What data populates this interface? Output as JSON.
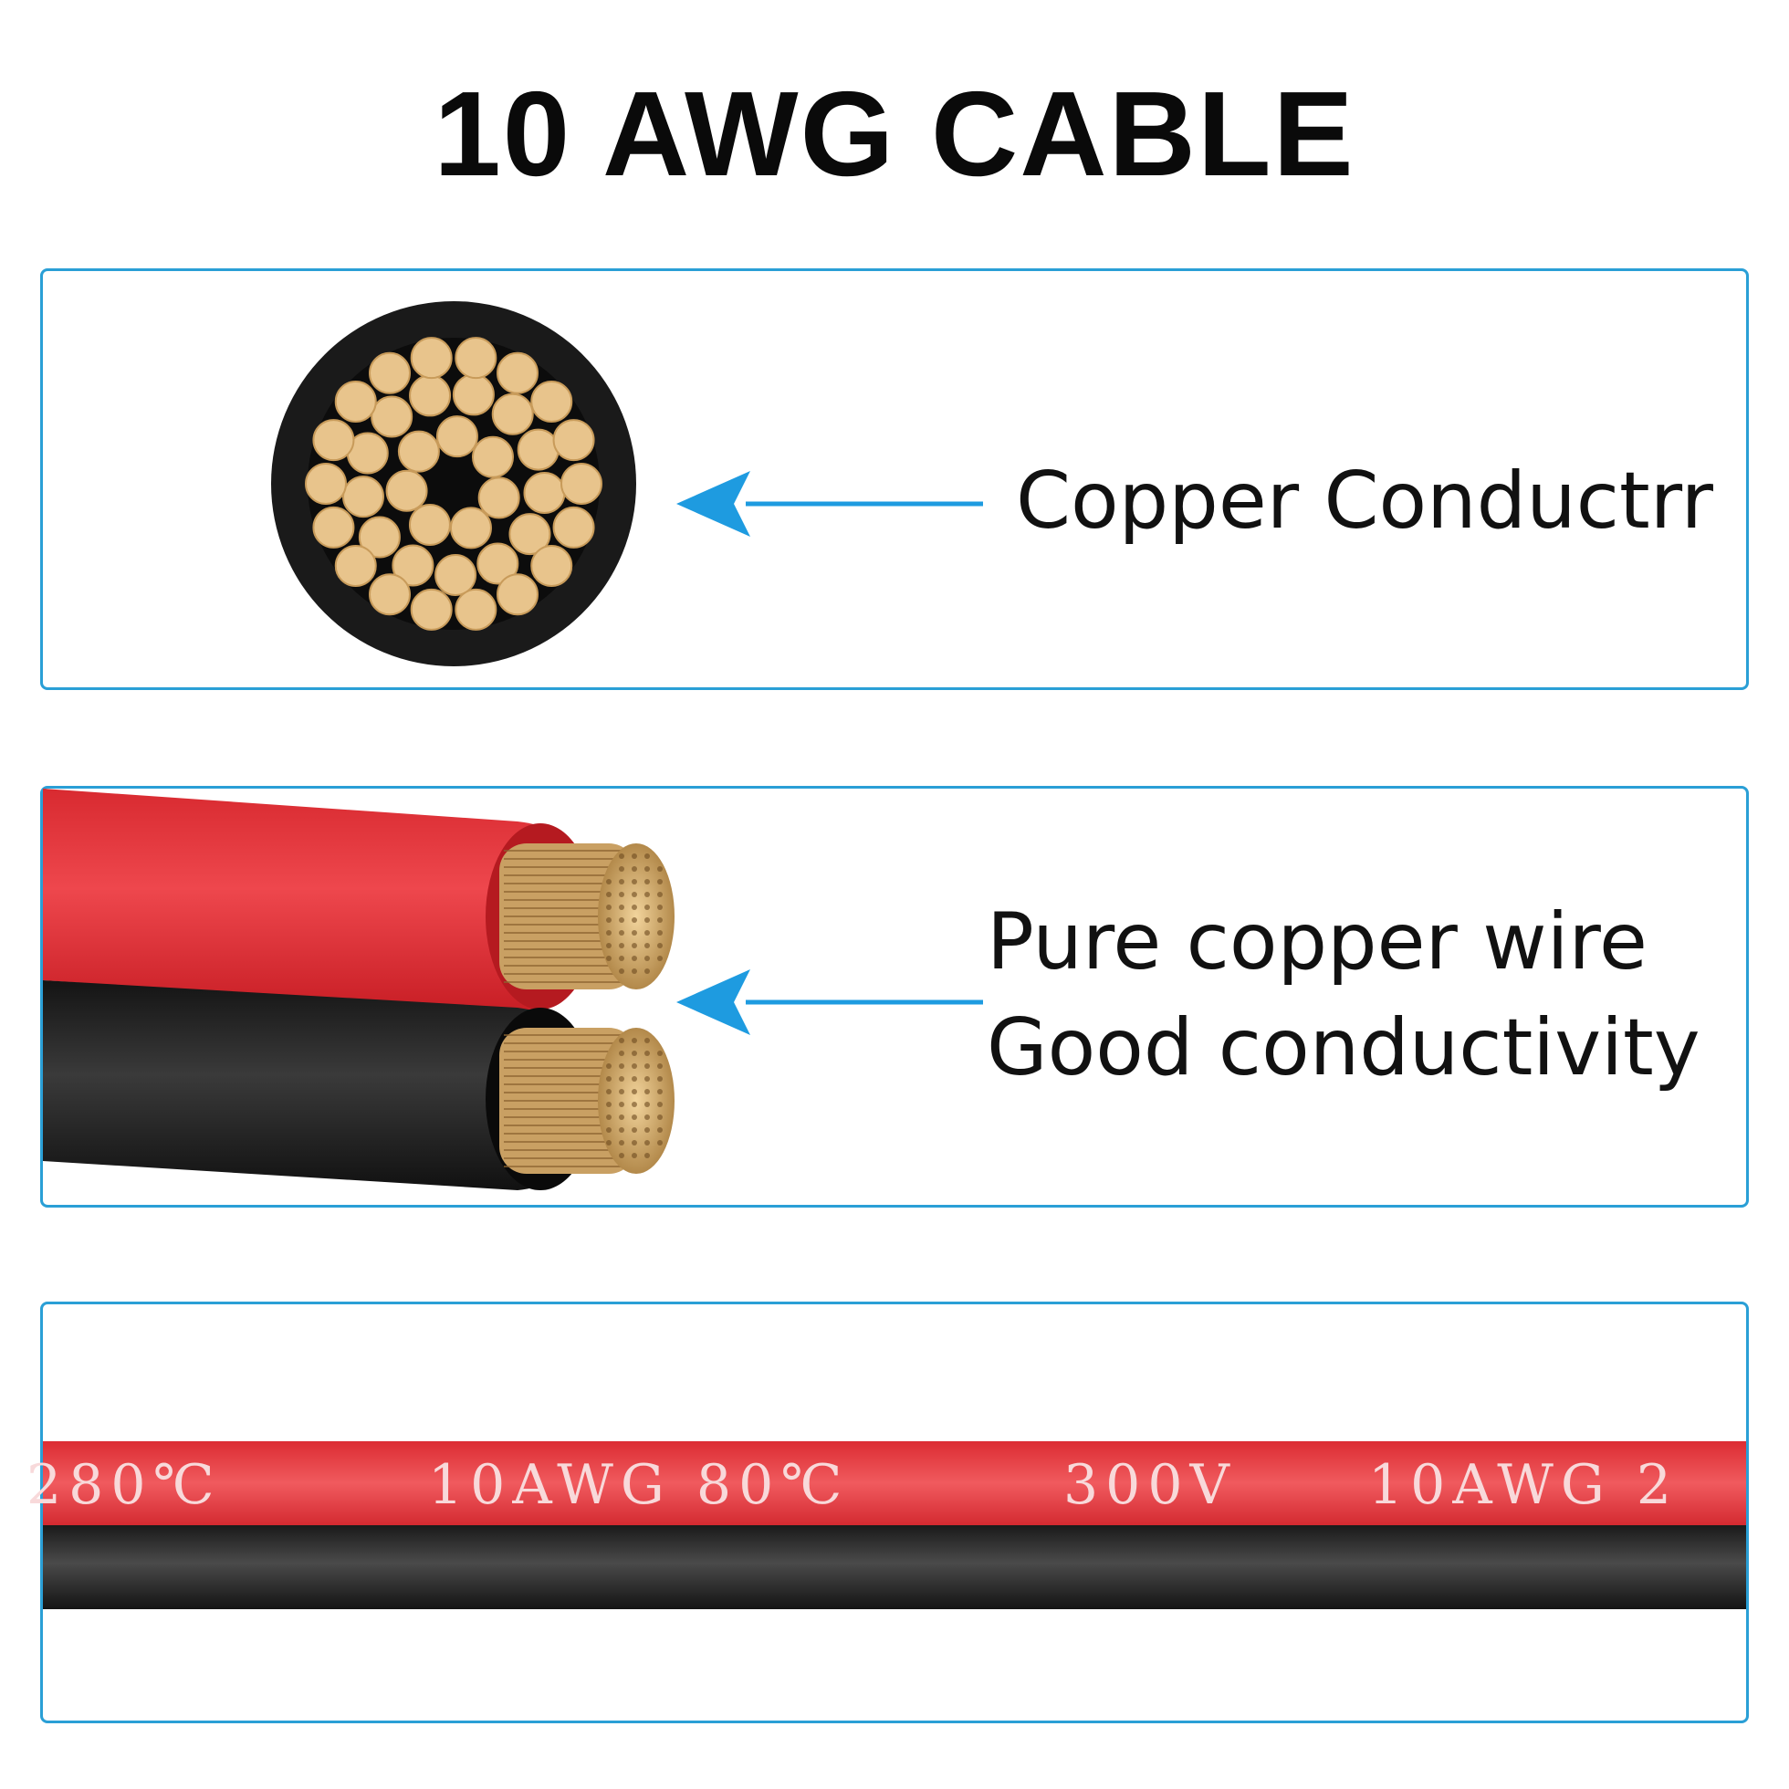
{
  "title": "10 AWG CABLE",
  "panel1": {
    "label": "Copper Conductrr"
  },
  "panel2": {
    "line1": "Pure copper wire",
    "line2": "Good conductivity"
  },
  "panel3": {
    "cable_print": [
      "280℃",
      "10AWG 80℃",
      "300V",
      "10AWG 2"
    ]
  },
  "colors": {
    "border": "#2a9fd6",
    "arrow": "#1e9be0",
    "red_jacket": "#e8333a",
    "black_jacket": "#1c1c1c",
    "copper": "#e8c48c"
  }
}
